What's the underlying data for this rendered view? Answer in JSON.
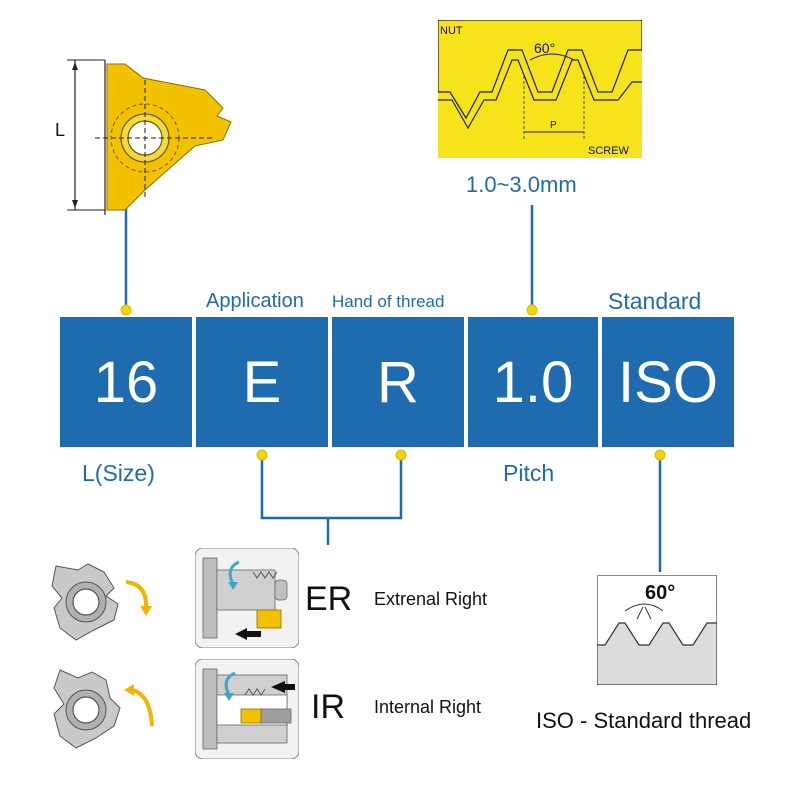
{
  "colors": {
    "brand_blue": "#1f6bb0",
    "dot_yellow": "#f3d400",
    "insert_gold": "#f2c200"
  },
  "code_boxes": [
    {
      "text": "16"
    },
    {
      "text": "E"
    },
    {
      "text": "R"
    },
    {
      "text": "1.0"
    },
    {
      "text": "ISO"
    }
  ],
  "top_labels": {
    "application": "Application",
    "hand_of_thread": "Hand of thread",
    "standard": "Standard"
  },
  "bottom_labels": {
    "size": "L(Size)",
    "pitch": "Pitch"
  },
  "insert_diagram": {
    "dimension_label": "L"
  },
  "thread_diagram": {
    "nut_label": "NUT",
    "screw_label": "SCREW",
    "angle_label": "60°",
    "pitch_label": "P",
    "range_label": "1.0~3.0mm"
  },
  "examples": [
    {
      "code": "ER",
      "description": "Extrenal Right"
    },
    {
      "code": "IR",
      "description": "Internal Right"
    }
  ],
  "iso_diagram": {
    "angle_label": "60°",
    "caption": "ISO - Standard thread"
  }
}
